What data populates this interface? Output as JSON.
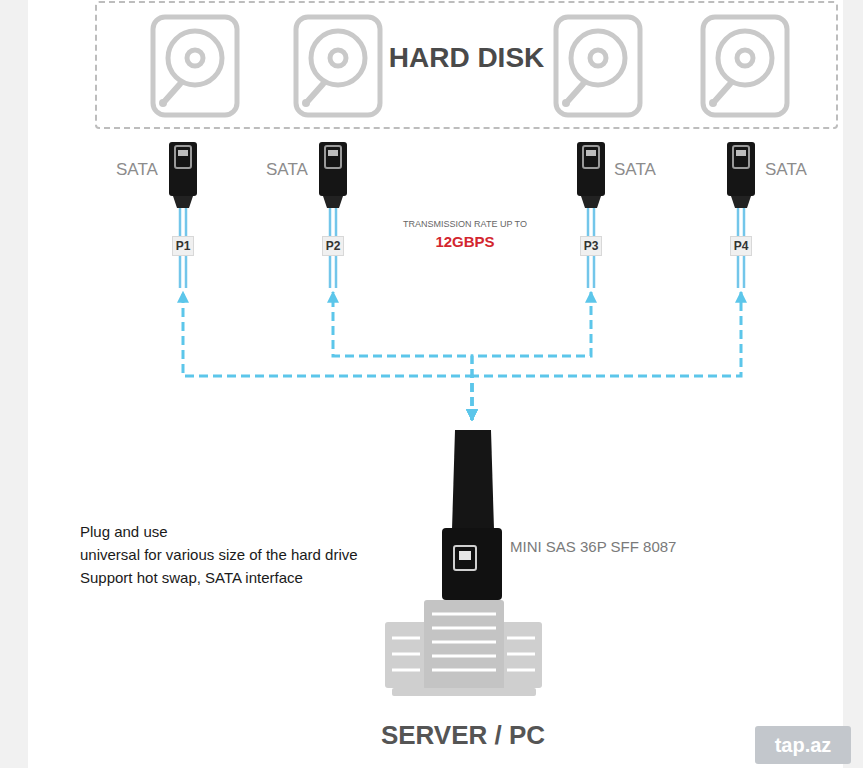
{
  "diagram": {
    "nodes": [
      {
        "text": [
          "HARD DISK"
        ]
      },
      {
        "text": [
          "P1"
        ]
      },
      {
        "text": [
          "P2"
        ]
      },
      {
        "text": [
          "P3"
        ]
      },
      {
        "text": [
          "P4"
        ]
      },
      {
        "text": [
          "MINI SAS 36P SFF 8087"
        ]
      }
    ],
    "edges": [
      {
        "from": 5,
        "to": 1,
        "arrow": "both"
      },
      {
        "from": 5,
        "to": 2,
        "arrow": "both"
      },
      {
        "from": 5,
        "to": 3,
        "arrow": "both"
      },
      {
        "from": 5,
        "to": 4,
        "arrow": "both"
      }
    ],
    "labels": [
      "SATA",
      "SATA",
      "SATA",
      "SATA",
      "TRANSMISSION RATE UP TO",
      "12GBPS",
      "Plug and use",
      "universal for various size of the hard drive",
      "Support hot swap, SATA interface",
      "SERVER / PC",
      "tap.az"
    ]
  }
}
